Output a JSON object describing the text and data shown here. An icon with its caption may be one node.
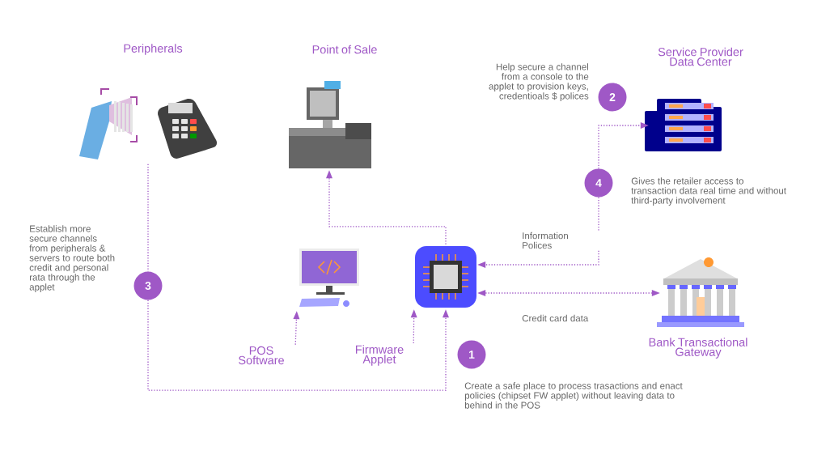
{
  "diagram": {
    "nodes": [
      {
        "text": [
          "Peripherals"
        ]
      },
      {
        "text": [
          "Point of Sale"
        ]
      },
      {
        "text": [
          "Service Provider Data Center"
        ]
      },
      {
        "text": [],
        "shape": "picture"
      },
      {
        "text": [],
        "shape": "picture"
      },
      {
        "text": [
          "Bank Transactional Gateway"
        ]
      },
      {
        "text": [
          "POS Software"
        ]
      },
      {
        "text": [
          "Firmware Applet"
        ]
      },
      {
        "text": [
          "1"
        ],
        "beside": [
          "Create a safe place to process trasactions and enact policies (chipset FW applet) without leaving data to behind in the POS"
        ]
      },
      {
        "text": [
          "2"
        ],
        "beside": [
          "Help secure a channel from a console to the applet to provision keys, credentioals $ polices"
        ]
      },
      {
        "text": [
          "3"
        ],
        "beside": [
          "Establish more secure channels from peripherals & servers to route both credit and personal rata through the applet"
        ]
      },
      {
        "text": [
          "4"
        ],
        "beside": [
          "Gives the retailer access to transaction data real time and without third-party involvement"
        ]
      }
    ],
    "edges": [
      {
        "from": 4,
        "to": 1,
        "arrow": "to"
      },
      {
        "from": 0,
        "to": 10,
        "arrow": "none"
      },
      {
        "from": 10,
        "to": 4,
        "arrow": "to"
      },
      {
        "from": 11,
        "to": 2,
        "arrow": "to"
      },
      {
        "from": 11,
        "to": 4,
        "arrow": "to",
        "label": "Information Polices"
      },
      {
        "from": 4,
        "to": 5,
        "arrow": "both",
        "label": "Credit card data"
      },
      {
        "from": 6,
        "to": 3,
        "arrow": "to"
      },
      {
        "from": 7,
        "to": 4,
        "arrow": "to"
      }
    ]
  }
}
